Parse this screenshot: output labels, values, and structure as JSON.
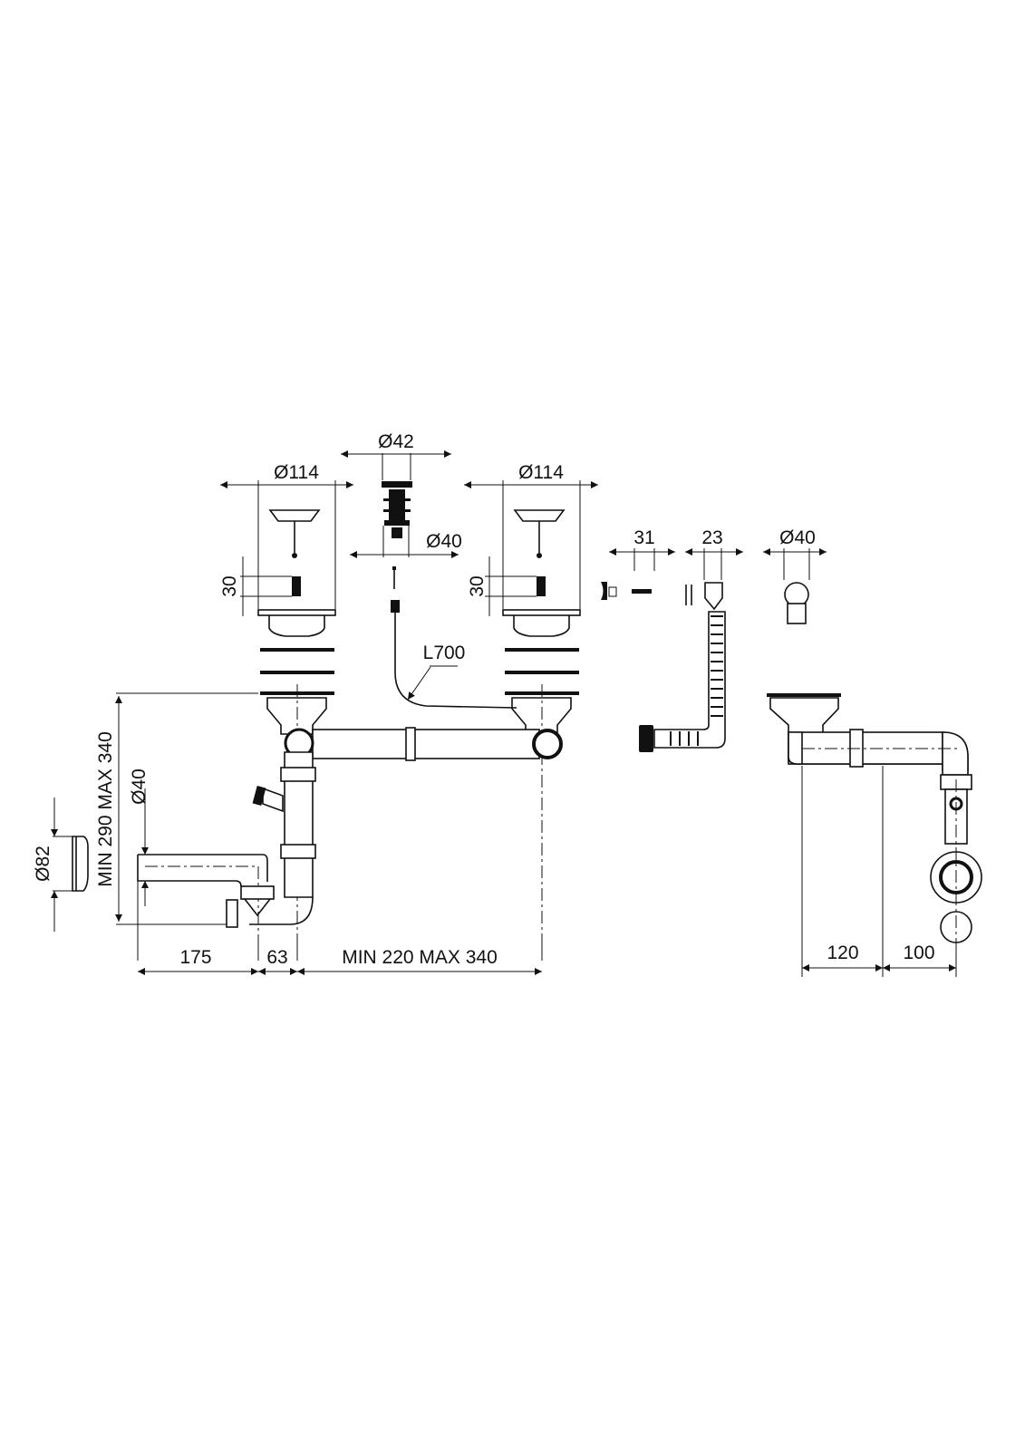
{
  "drawing": {
    "left_strainer": {
      "diameter": "Ø114",
      "height": "30"
    },
    "popup": {
      "top_diameter": "Ø42",
      "bottom_diameter": "Ø40"
    },
    "cable": {
      "length": "L700"
    },
    "right_strainer": {
      "diameter": "Ø114",
      "height": "30"
    },
    "overflow_parts": {
      "dim_a": "31",
      "dim_b": "23",
      "dim_c": "Ø40"
    },
    "front_view": {
      "height_range": "MIN 290 MAX 340",
      "outlet_diameter": "Ø40",
      "plate_diameter": "Ø82",
      "dim_outlet": "175",
      "dim_offset": "63",
      "dim_spacing": "MIN 220 MAX 340"
    },
    "side_view": {
      "dim_a": "120",
      "dim_b": "100"
    }
  }
}
